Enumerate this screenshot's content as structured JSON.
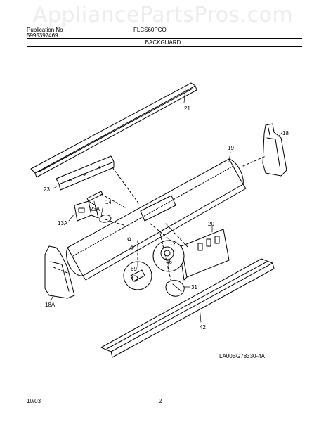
{
  "watermark": "AppliancePartsPros.com",
  "header": {
    "brand": "Publication No",
    "pub_number": "5995397469",
    "model": "FLCS60PCO",
    "section_title": "BACKGUARD"
  },
  "callouts": {
    "c21": "21",
    "c18": "18",
    "c19": "19",
    "c23": "23",
    "c14": "14",
    "c23a": "23A",
    "c13a": "13A",
    "c20": "20",
    "c46": "46",
    "c69": "69",
    "c31": "31",
    "c18a": "18A",
    "c42": "42"
  },
  "diagram_code": "LA00BG78330-4A",
  "footer": {
    "date": "10/03",
    "page": "2"
  }
}
